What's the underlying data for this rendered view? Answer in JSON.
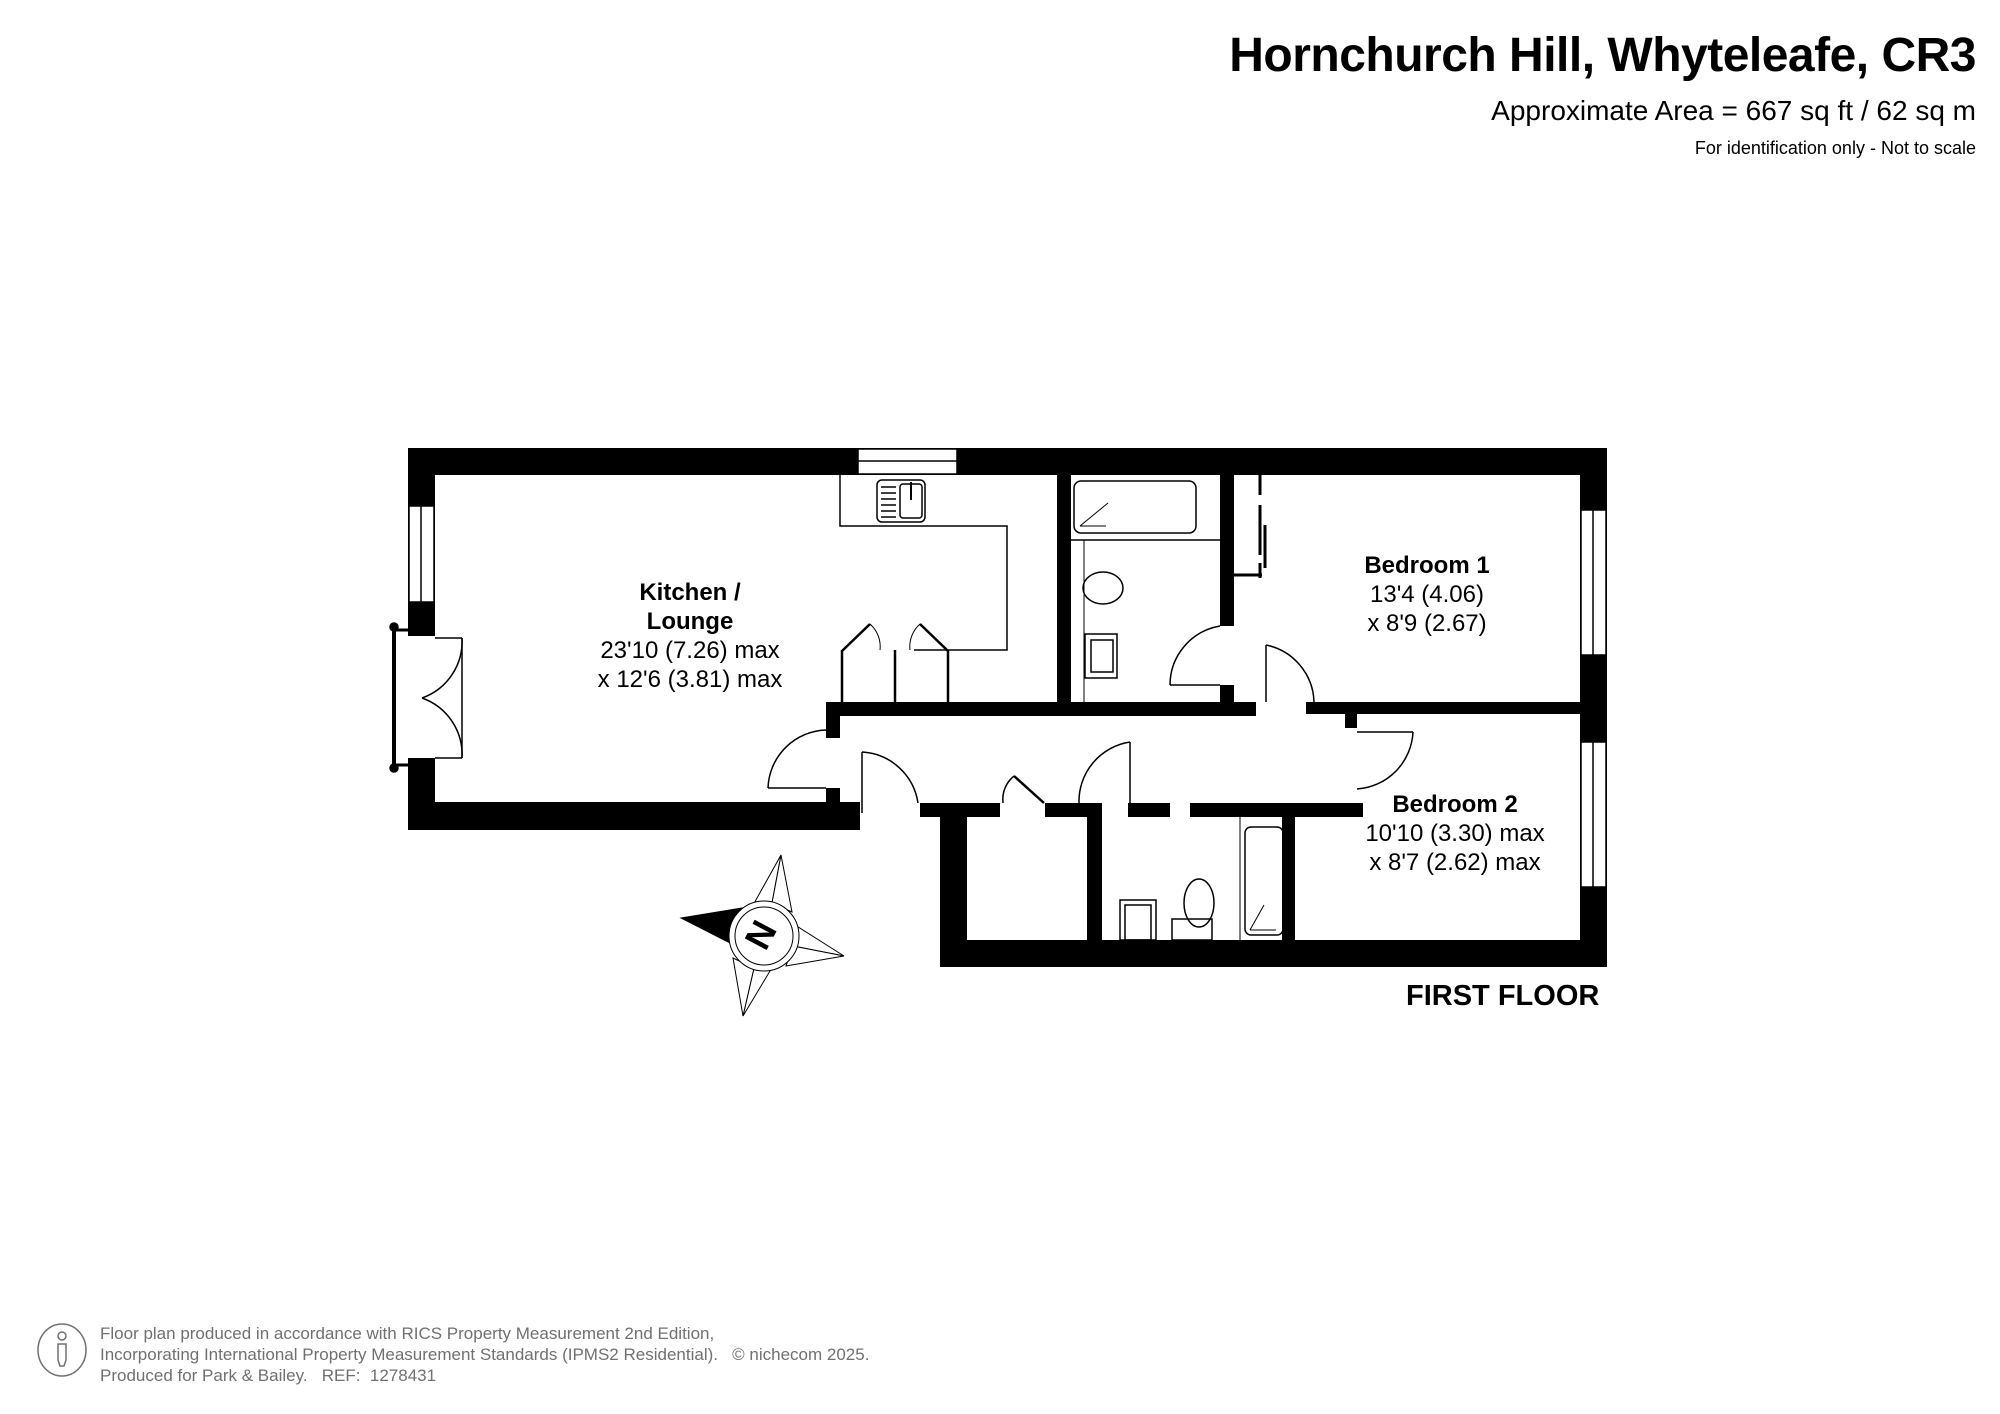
{
  "header": {
    "title": "Hornchurch Hill, Whyteleafe, CR3",
    "area": "Approximate Area = 667 sq ft / 62 sq m",
    "disclaimer": "For identification only - Not to scale"
  },
  "rooms": [
    {
      "name_line1": "Kitchen /",
      "name_line2": "Lounge",
      "dim1": "23'10 (7.26) max",
      "dim2": "x 12'6 (3.81) max"
    },
    {
      "name": "Bedroom 1",
      "dim1": "13'4 (4.06)",
      "dim2": "x 8'9 (2.67)"
    },
    {
      "name": "Bedroom 2",
      "dim1": "10'10 (3.30) max",
      "dim2": "x 8'7 (2.62) max"
    }
  ],
  "floor_label": "FIRST FLOOR",
  "compass": {
    "label": "N",
    "icon": "compass-icon"
  },
  "footer": {
    "line1": "Floor plan produced in accordance with RICS Property Measurement 2nd Edition,",
    "line2": "Incorporating International Property Measurement Standards (IPMS2 Residential).   © nichecom 2025.",
    "line3": "Produced for Park & Bailey.   REF:  1278431",
    "icon": "person-info-icon"
  },
  "colors": {
    "wall": "#000000",
    "background": "#ffffff",
    "footer_text": "#707070"
  }
}
